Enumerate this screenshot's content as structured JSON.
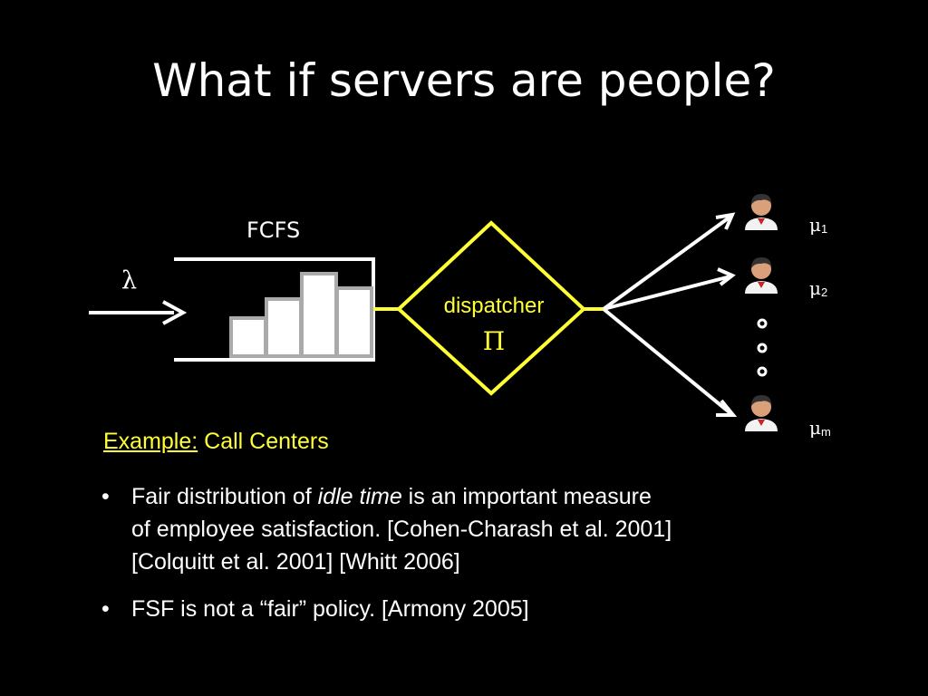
{
  "slide": {
    "title": "What if servers are people?"
  },
  "diagram": {
    "queue_label": "FCFS",
    "arrival_rate": "λ",
    "dispatcher_label": "dispatcher",
    "policy_symbol": "Π",
    "server_rates": [
      {
        "symbol": "μ",
        "sub": "1"
      },
      {
        "symbol": "μ",
        "sub": "2"
      },
      {
        "symbol": "μ",
        "sub": "m"
      }
    ],
    "colors": {
      "accent": "#ffff33",
      "line": "#ffffff",
      "job_fill": "#ffffff",
      "job_border": "#aaaaaa"
    },
    "server_icon": "person-icon",
    "ellipsis_icon": "vertical-ellipsis-icon"
  },
  "example": {
    "label": "Example:",
    "text": " Call Centers"
  },
  "bullets": [
    {
      "before": "Fair distribution of ",
      "italic": "idle time",
      "after": " is an important measure",
      "line2": "of employee satisfaction. [Cohen-Charash et al. 2001]",
      "line3": "[Colquitt et al. 2001] [Whitt 2006]"
    },
    {
      "text": "FSF is not a “fair” policy. [Armony 2005]"
    }
  ]
}
